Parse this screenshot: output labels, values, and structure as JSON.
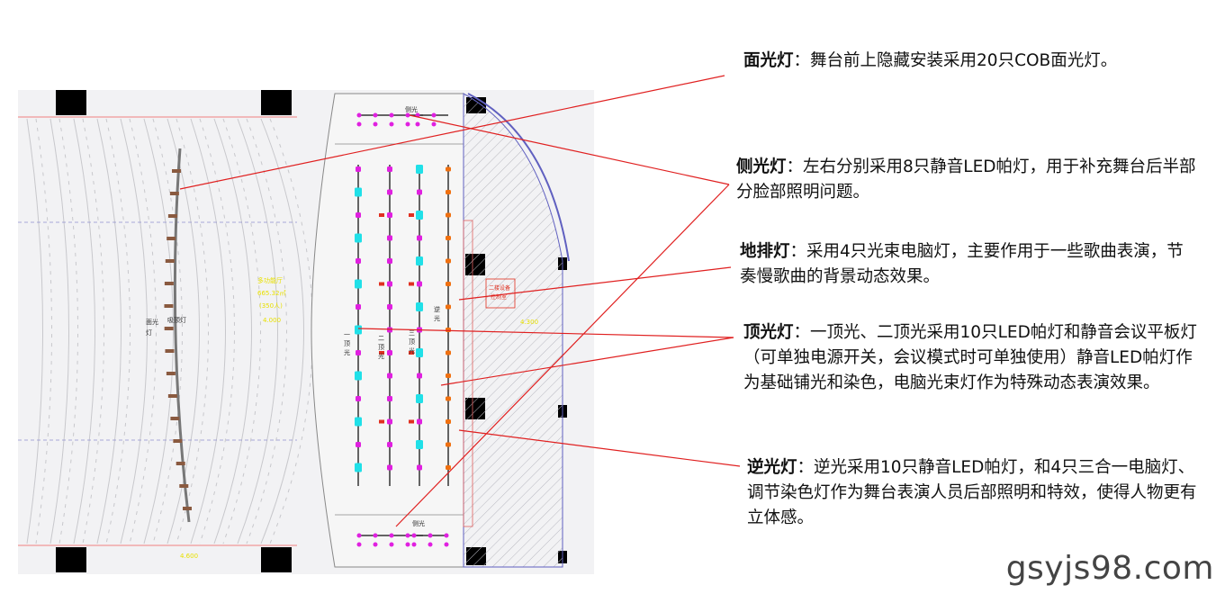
{
  "annotations": [
    {
      "term": "面光灯",
      "sep": "：",
      "text": "舞台前上隐藏安装采用20只COB面光灯。"
    },
    {
      "term": "侧光灯",
      "sep": "：",
      "text": "左右分别采用8只静音LED帕灯，用于补充舞台后半部分脸部照明问题。"
    },
    {
      "term": "地排灯",
      "sep": "：",
      "text": "采用4只光束电脑灯，主要作用于一些歌曲表演，节奏慢歌曲的背景动态效果。"
    },
    {
      "term": "顶光灯",
      "sep": "：",
      "text": "一顶光、二顶光采用10只LED帕灯和静音会议平板灯（可单独电源开关，会议模式时可单独使用）静音LED帕灯作为基础铺光和染色，电脑光束灯作为特殊动态表演效果。"
    },
    {
      "term": "逆光灯",
      "sep": "：",
      "text": "逆光采用10只静音LED帕灯，和4只三合一电脑灯、调节染色灯作为舞台表演人员后部照明和特效，使得人物更有立体感。"
    }
  ],
  "plan_labels": {
    "side_light_top": "侧光",
    "side_light_bottom": "侧光",
    "face_light": "面光",
    "face_light2": "灯",
    "face_rail": "吸顶灯",
    "batten1_a": "一",
    "batten1_b": "顶",
    "batten1_c": "光",
    "batten2_a": "二",
    "batten2_b": "顶",
    "batten2_c": "光",
    "batten3_a": "三",
    "batten3_b": "顶",
    "batten3_c": "光",
    "back_light_a": "逆",
    "back_light_b": "光",
    "hall_area_1": "多功能厅",
    "hall_area_2": "665.32㎡",
    "hall_area_3": "(350人)",
    "hall_height": "4.000",
    "stage_height": "4.300",
    "bottom_height": "4.600",
    "room_note_1": "二楼设备",
    "room_note_2": "控制室"
  },
  "watermark": "gsyjs98.com",
  "colors": {
    "pointer_line": "#e02020",
    "magenta": "#e020e0",
    "cyan": "#20e0e8",
    "orange": "#f07010",
    "red": "#e03020",
    "label_yellow": "#e8e000",
    "wall": "#f08080"
  }
}
